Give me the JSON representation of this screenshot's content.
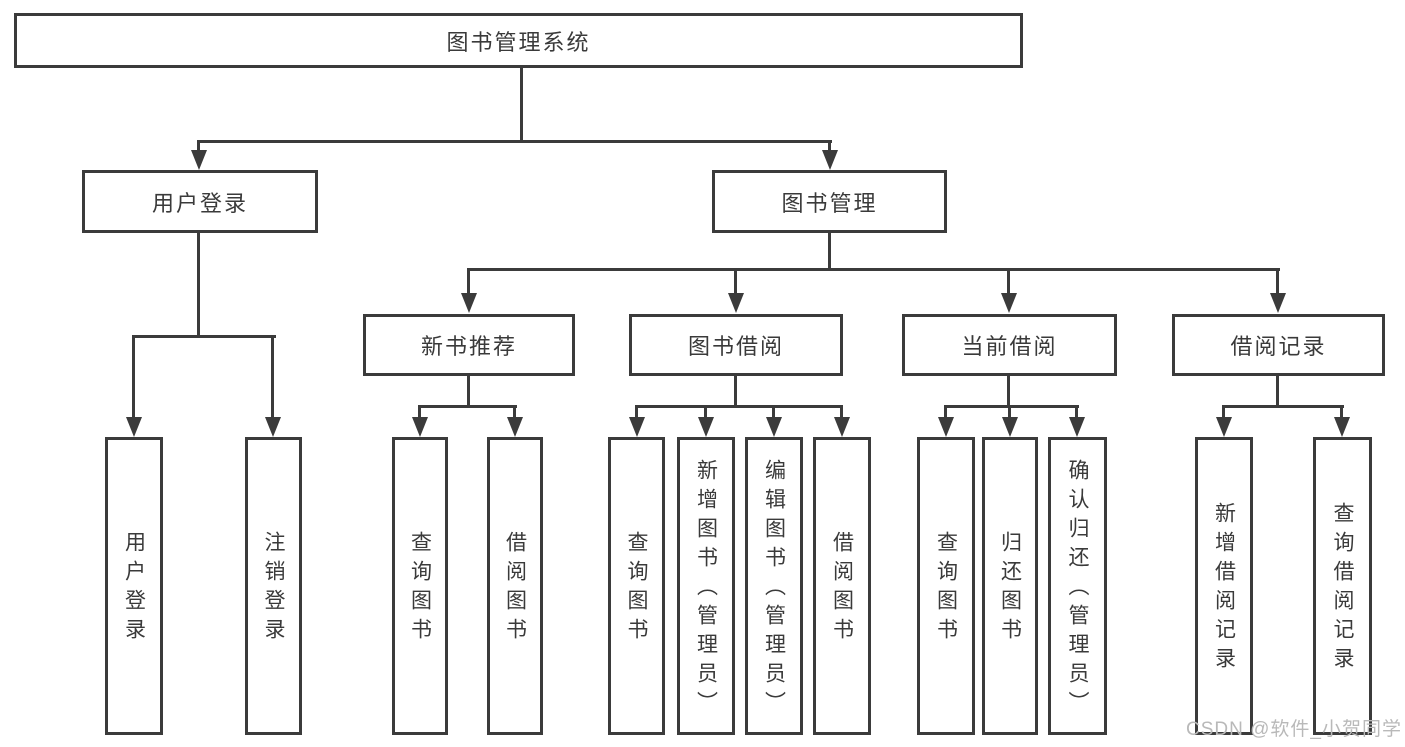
{
  "tree": {
    "root": {
      "label": "图书管理系统"
    },
    "branches": [
      {
        "label": "用户登录",
        "children": [
          {
            "label": "用户登录"
          },
          {
            "label": "注销登录"
          }
        ]
      },
      {
        "label": "图书管理",
        "children": [
          {
            "label": "新书推荐",
            "children": [
              {
                "label": "查询图书"
              },
              {
                "label": "借阅图书"
              }
            ]
          },
          {
            "label": "图书借阅",
            "children": [
              {
                "label": "查询图书"
              },
              {
                "label": "新增图书（管理员）"
              },
              {
                "label": "编辑图书（管理员）"
              },
              {
                "label": "借阅图书"
              }
            ]
          },
          {
            "label": "当前借阅",
            "children": [
              {
                "label": "查询图书"
              },
              {
                "label": "归还图书"
              },
              {
                "label": "确认归还（管理员）"
              }
            ]
          },
          {
            "label": "借阅记录",
            "children": [
              {
                "label": "新增借阅记录"
              },
              {
                "label": "查询借阅记录"
              }
            ]
          }
        ]
      }
    ]
  },
  "watermark": {
    "text": "CSDN @软件_小贺同学"
  },
  "colors": {
    "line": "#3b3b3b",
    "text": "#3a3a3a",
    "background": "#ffffff",
    "watermark": "#b9b9b9"
  }
}
